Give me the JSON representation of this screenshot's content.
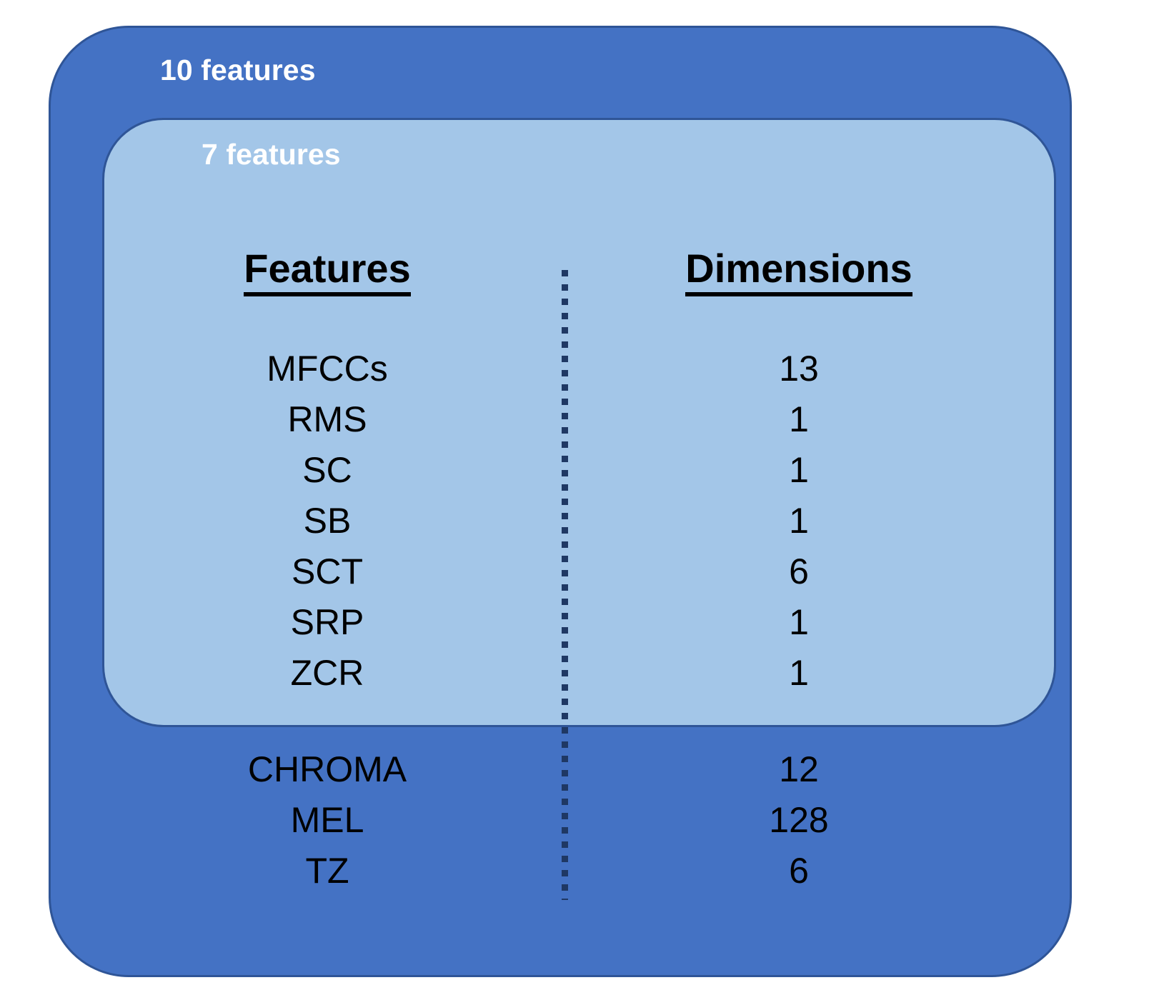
{
  "diagram": {
    "outer_group": {
      "caption": "10 features",
      "fill_color": "#4472C4",
      "border_color": "#2F5597",
      "text_color": "#FFFFFF"
    },
    "inner_group": {
      "caption": "7 features",
      "fill_color": "#A3C6E8",
      "border_color": "#2F5597",
      "text_color": "#FFFFFF"
    },
    "divider": {
      "style": "dotted",
      "color": "#1F3864"
    },
    "table": {
      "headers": {
        "features": "Features",
        "dimensions": "Dimensions"
      },
      "inner_rows": [
        {
          "feature": "MFCCs",
          "dimension": "13"
        },
        {
          "feature": "RMS",
          "dimension": "1"
        },
        {
          "feature": "SC",
          "dimension": "1"
        },
        {
          "feature": "SB",
          "dimension": "1"
        },
        {
          "feature": "SCT",
          "dimension": "6"
        },
        {
          "feature": "SRP",
          "dimension": "1"
        },
        {
          "feature": "ZCR",
          "dimension": "1"
        }
      ],
      "outer_rows": [
        {
          "feature": "CHROMA",
          "dimension": "12"
        },
        {
          "feature": "MEL",
          "dimension": "128"
        },
        {
          "feature": "TZ",
          "dimension": "6"
        }
      ]
    }
  }
}
